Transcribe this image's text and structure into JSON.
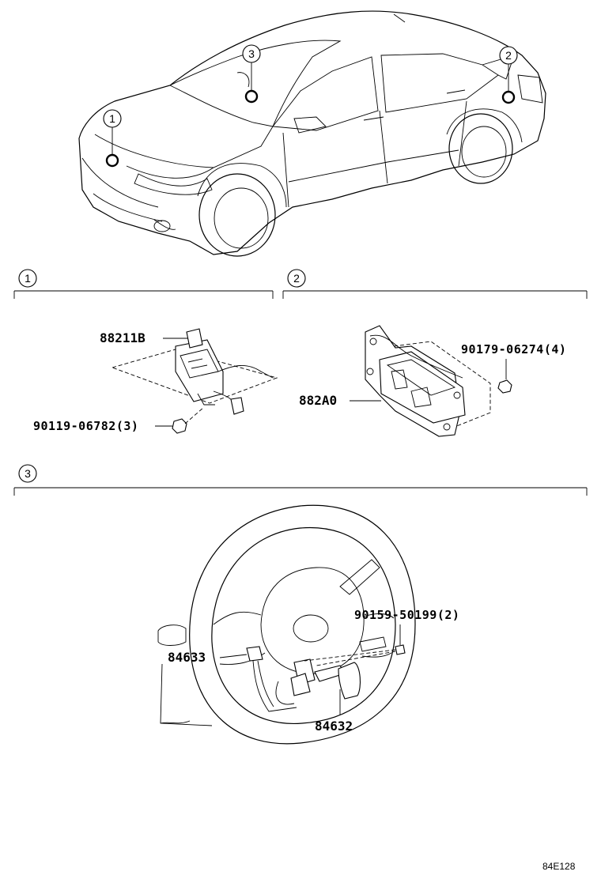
{
  "callouts": {
    "c1": "1",
    "c2": "2",
    "c3": "3"
  },
  "sections": {
    "s1": "1",
    "s2": "2",
    "s3": "3"
  },
  "parts": {
    "p88211b": "88211B",
    "p90119": "90119-06782(3)",
    "p882a0": "882A0",
    "p90179": "90179-06274(4)",
    "p90159": "90159-50199(2)",
    "p84633": "84633",
    "p84632": "84632"
  },
  "diagram_code": "84E128"
}
